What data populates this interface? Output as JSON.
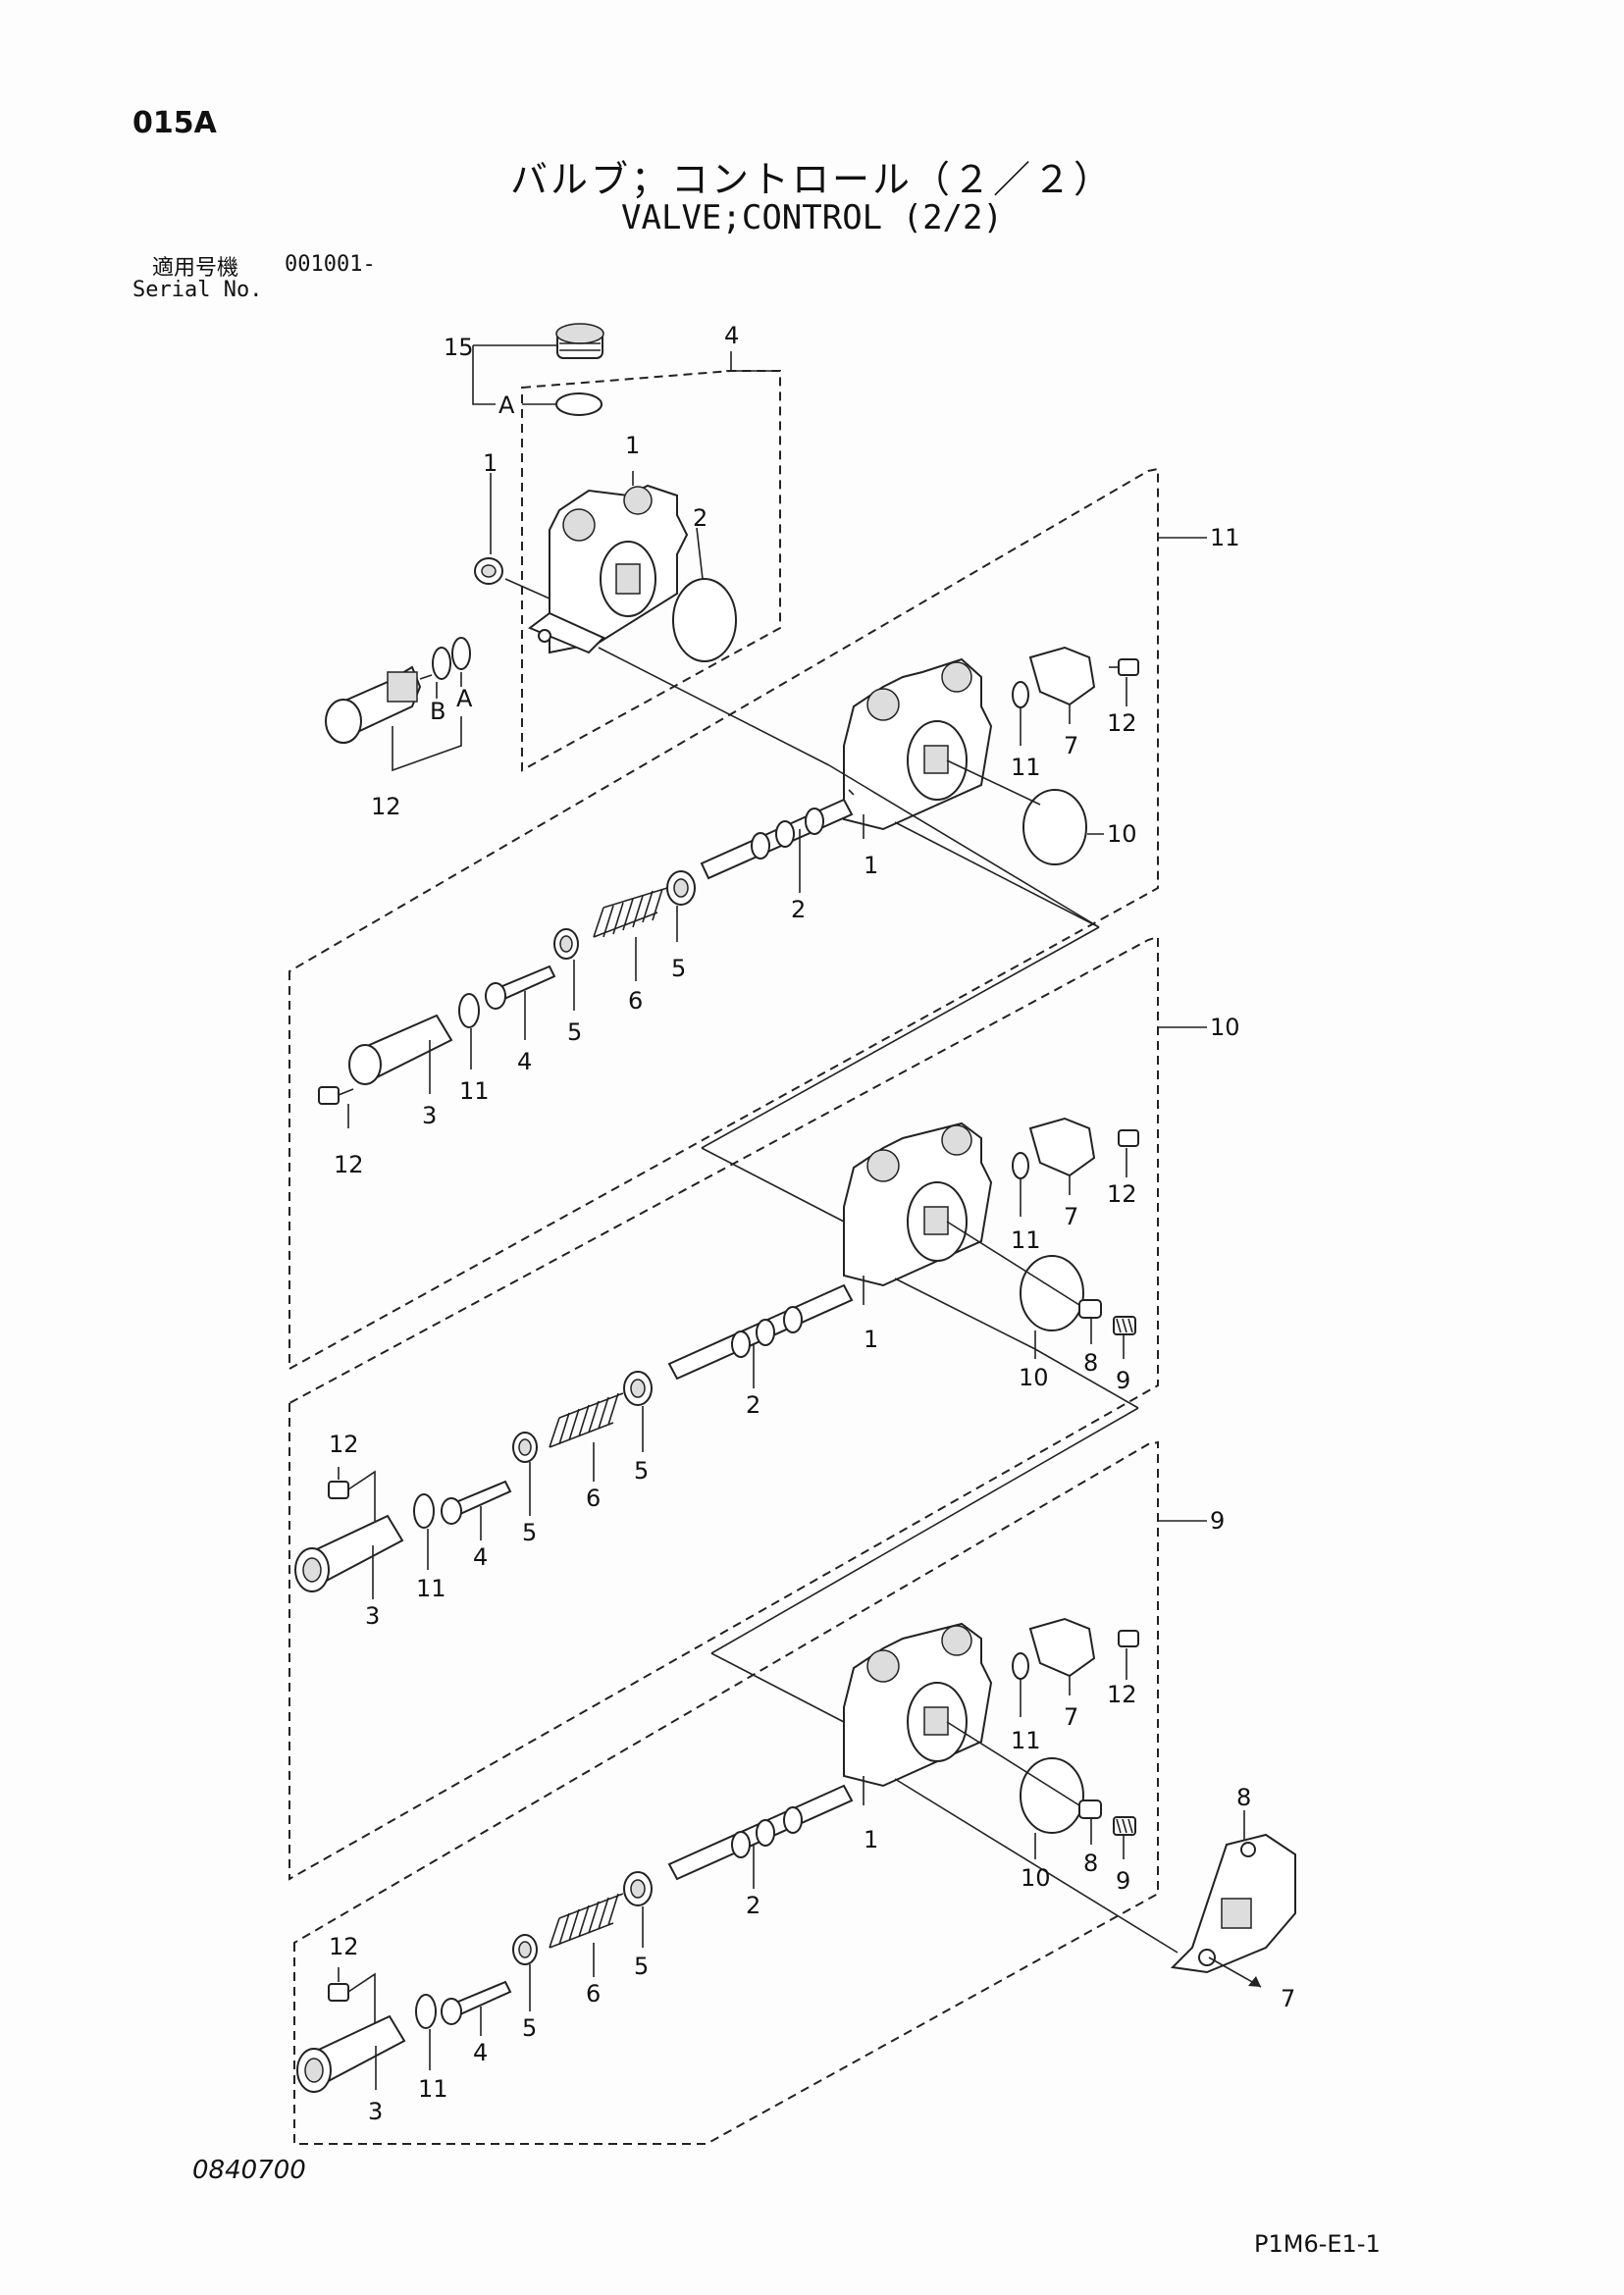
{
  "header": {
    "page_code": "015A",
    "title_jp": "バルブ；コントロール（２／２）",
    "title_en": "VALVE;CONTROL (2/2)"
  },
  "serial": {
    "label_jp": "適用号機",
    "value": "001001-",
    "label_en": "Serial No."
  },
  "footer": {
    "doc_number": "0840700",
    "sheet_code": "P1M6-E1-1"
  },
  "callouts": {
    "p1": "1",
    "p2": "2",
    "p3": "3",
    "p4": "4",
    "p5": "5",
    "p6": "6",
    "p7": "7",
    "p8": "8",
    "p9": "9",
    "p10": "10",
    "p11": "11",
    "p12": "12",
    "p15": "15",
    "a": "A",
    "b": "B"
  }
}
